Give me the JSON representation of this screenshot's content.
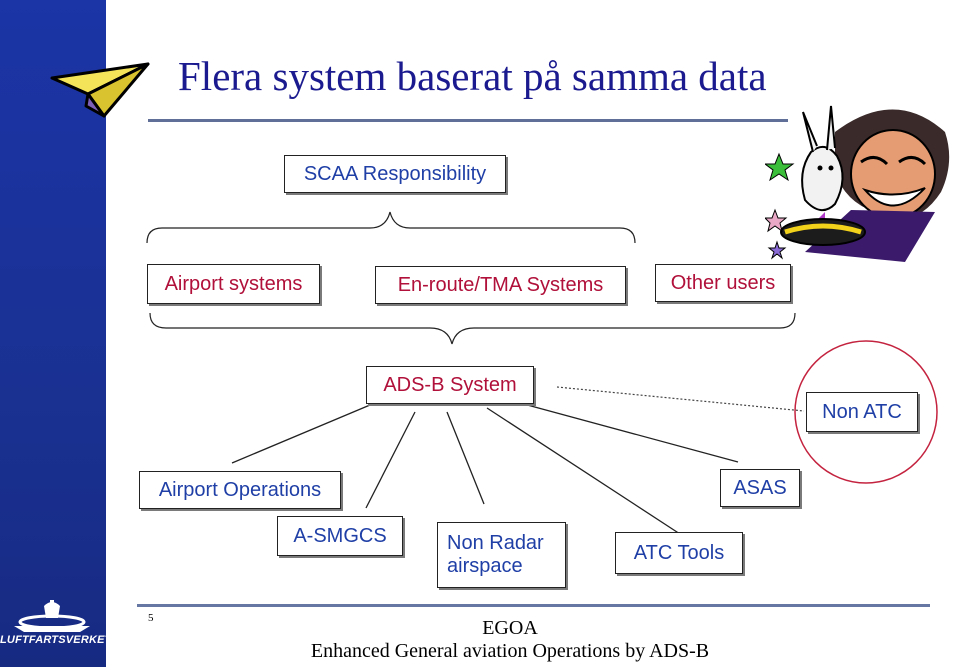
{
  "slide": {
    "title": "Flera system  baserat på samma data",
    "page_number": "5",
    "footer_line1": "EGOA",
    "footer_line2": "Enhanced General aviation Operations by ADS-B",
    "logo_text": "LUFTFARTSVERKET"
  },
  "diagram": {
    "scaa": "SCAA Responsibility",
    "airport_systems": "Airport systems",
    "enroute_tma": "En-route/TMA Systems",
    "other_users": "Other users",
    "adsb_system": "ADS-B System",
    "non_atc": "Non ATC",
    "airport_operations": "Airport Operations",
    "asas": "ASAS",
    "asmgcs": "A-SMGCS",
    "non_radar": "Non Radar airspace",
    "atc_tools": "ATC Tools"
  },
  "colors": {
    "sidebar": "#1b34a6",
    "title": "#1b1b8f",
    "box_text_blue": "#1f3fa6",
    "box_text_red": "#b0103a",
    "circle": "#c4233f"
  },
  "icons": [
    "paper-plane-icon",
    "airline-logo-icon",
    "magician-clipart-icon"
  ]
}
